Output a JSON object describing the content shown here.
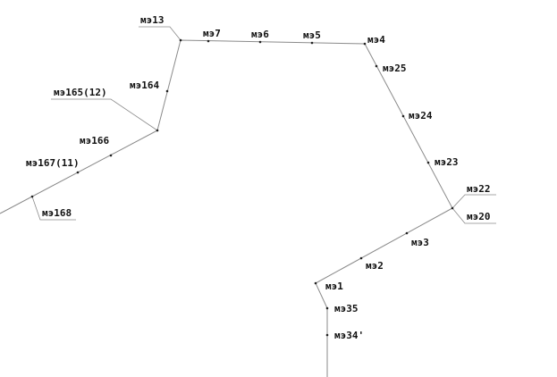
{
  "labels": {
    "mz13": "мэ13",
    "mz7": "мэ7",
    "mz6": "мэ6",
    "mz5": "мэ5",
    "mz4": "мэ4",
    "mz25": "мэ25",
    "mz24": "мэ24",
    "mz23": "мэ23",
    "mz22": "мэ22",
    "mz20": "мэ20",
    "mz3": "мэ3",
    "mz2": "мэ2",
    "mz1": "мэ1",
    "mz35": "мэ35",
    "mz34": "мэ34'",
    "mz164": "мэ164",
    "mz165": "мэ165(12)",
    "mz166": "мэ166",
    "mz167": "мэ167(11)",
    "mz168": "мэ168"
  }
}
